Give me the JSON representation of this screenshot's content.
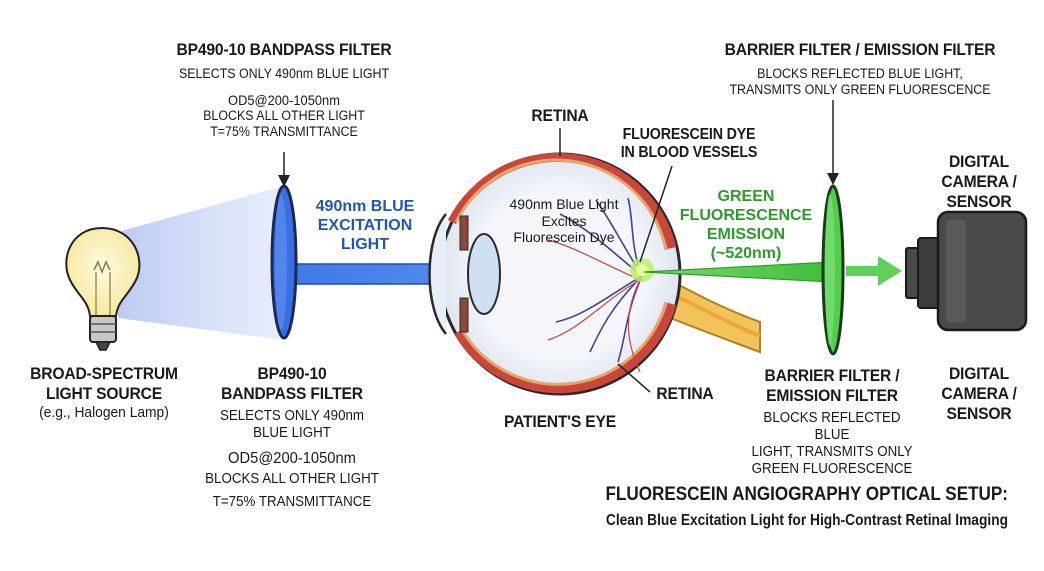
{
  "top_filter": {
    "title": "BP490-10 BANDPASS FILTER",
    "line1": "SELECTS ONLY 490nm BLUE LIGHT",
    "line2": "OD5@200-1050nm",
    "line3": "BLOCKS ALL OTHER LIGHT",
    "line4": "T=75% TRANSMITTANCE"
  },
  "top_barrier": {
    "title": "BARRIER FILTER / EMISSION FILTER",
    "line1": "BLOCKS REFLECTED BLUE LIGHT,",
    "line2": "TRANSMITS ONLY GREEN FLUORESCENCE"
  },
  "retina_top": "RETINA",
  "dye": {
    "line1": "FLUORESCEIN DYE",
    "line2": "IN BLOOD VESSELS"
  },
  "excites": {
    "line1": "490nm Blue Light",
    "line2": "Excites",
    "line3": "Fluorescein Dye"
  },
  "blue_light": {
    "line1": "490nm BLUE",
    "line2": "EXCITATION",
    "line3": "LIGHT"
  },
  "green_emission": {
    "line1": "GREEN",
    "line2": "FLUORESCENCE",
    "line3": "EMISSION",
    "line4": "(~520nm)"
  },
  "camera_top": {
    "line1": "DIGITAL",
    "line2": "CAMERA /",
    "line3": "SENSOR"
  },
  "light_source": {
    "line1": "BROAD-SPECTRUM",
    "line2": "LIGHT SOURCE",
    "line3": "(e.g., Halogen Lamp)"
  },
  "bottom_filter": {
    "line1": "BP490-10",
    "line2": "BANDPASS FILTER",
    "line3": "SELECTS ONLY 490nm",
    "line4": "BLUE LIGHT",
    "line5": "OD5@200-1050nm",
    "line6": "BLOCKS ALL OTHER LIGHT",
    "line7": "T=75% TRANSMITTANCE"
  },
  "patient_eye": "PATIENT'S EYE",
  "retina_bottom": "RETINA",
  "bottom_barrier": {
    "line1": "BARRIER FILTER /",
    "line2": "EMISSION FILTER",
    "line3": "BLOCKS REFLECTED BLUE",
    "line4": "LIGHT, TRANSMITS ONLY",
    "line5": "GREEN FLUORESCENCE"
  },
  "camera_bottom": {
    "line1": "DIGITAL",
    "line2": "CAMERA /",
    "line3": "SENSOR"
  },
  "title": {
    "main": "FLUORESCEIN ANGIOGRAPHY OPTICAL SETUP:",
    "sub": "Clean Blue Excitation Light for High-Contrast Retinal Imaging"
  },
  "colors": {
    "excitation_blue": "#2f6fe0",
    "emission_green": "#3cc23c",
    "retina_red": "#c8473a",
    "optic_nerve": "#f2c35a"
  }
}
